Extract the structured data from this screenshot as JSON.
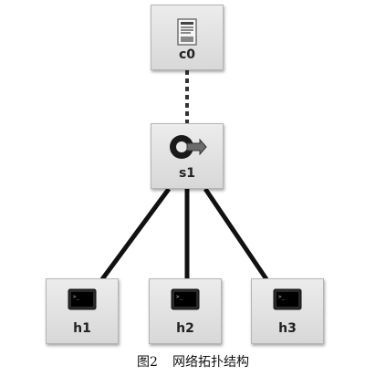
{
  "nodes": {
    "controller": {
      "label": "c0",
      "icon": "server-icon"
    },
    "switch": {
      "label": "s1",
      "icon": "switch-icon"
    },
    "hosts": [
      {
        "label": "h1",
        "icon": "terminal-icon"
      },
      {
        "label": "h2",
        "icon": "terminal-icon"
      },
      {
        "label": "h3",
        "icon": "terminal-icon"
      }
    ]
  },
  "links": [
    {
      "from": "c0",
      "to": "s1",
      "style": "dashed"
    },
    {
      "from": "s1",
      "to": "h1",
      "style": "solid"
    },
    {
      "from": "s1",
      "to": "h2",
      "style": "solid"
    },
    {
      "from": "s1",
      "to": "h3",
      "style": "solid"
    }
  ],
  "caption": {
    "figure": "图2",
    "title": "网络拓扑结构"
  }
}
